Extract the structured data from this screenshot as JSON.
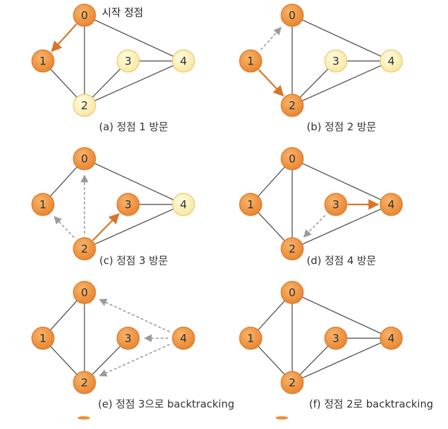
{
  "start_label": "시작 정점",
  "colors": {
    "visited_fill": "#ef8f3a",
    "visited_stroke": "#d9772a",
    "unvisited_fill": "#fbf3b4",
    "unvisited_stroke": "#e8c870",
    "edge": "#444444",
    "active_arrow": "#d8742a",
    "dashed_arrow": "#9a9a9a"
  },
  "panels": [
    {
      "caption": "(a) 정점 1 방문",
      "visited": [
        "0",
        "1"
      ],
      "edges": [
        [
          "0",
          "2"
        ],
        [
          "0",
          "4"
        ],
        [
          "1",
          "2"
        ],
        [
          "2",
          "3"
        ],
        [
          "2",
          "4"
        ],
        [
          "3",
          "4"
        ]
      ],
      "active": [
        [
          "0",
          "1"
        ]
      ],
      "dashed": []
    },
    {
      "caption": "(b) 정점 2 방문",
      "visited": [
        "0",
        "1",
        "2"
      ],
      "edges": [
        [
          "0",
          "2"
        ],
        [
          "0",
          "4"
        ],
        [
          "2",
          "3"
        ],
        [
          "2",
          "4"
        ],
        [
          "3",
          "4"
        ]
      ],
      "active": [
        [
          "1",
          "2"
        ]
      ],
      "dashed": [
        [
          "1",
          "0"
        ]
      ]
    },
    {
      "caption": "(c) 정점 3 방문",
      "visited": [
        "0",
        "1",
        "2",
        "3"
      ],
      "edges": [
        [
          "0",
          "1"
        ],
        [
          "0",
          "4"
        ],
        [
          "2",
          "4"
        ],
        [
          "3",
          "4"
        ]
      ],
      "active": [
        [
          "2",
          "3"
        ]
      ],
      "dashed": [
        [
          "2",
          "0"
        ],
        [
          "2",
          "1"
        ]
      ]
    },
    {
      "caption": "(d) 정점 4 방문",
      "visited": [
        "0",
        "1",
        "2",
        "3",
        "4"
      ],
      "edges": [
        [
          "0",
          "1"
        ],
        [
          "0",
          "2"
        ],
        [
          "0",
          "4"
        ],
        [
          "1",
          "2"
        ],
        [
          "2",
          "4"
        ]
      ],
      "active": [
        [
          "3",
          "4"
        ]
      ],
      "dashed": [
        [
          "3",
          "2"
        ]
      ]
    },
    {
      "caption": "(e) 정점 3으로 backtracking",
      "visited": [
        "0",
        "1",
        "2",
        "3",
        "4"
      ],
      "edges": [
        [
          "0",
          "1"
        ],
        [
          "0",
          "2"
        ],
        [
          "1",
          "2"
        ],
        [
          "2",
          "3"
        ]
      ],
      "active": [],
      "dashed": [
        [
          "4",
          "0"
        ],
        [
          "4",
          "3"
        ],
        [
          "4",
          "2"
        ]
      ]
    },
    {
      "caption": "(f) 정점 2로 backtracking",
      "visited": [
        "0",
        "1",
        "2",
        "3",
        "4"
      ],
      "edges": [
        [
          "0",
          "1"
        ],
        [
          "0",
          "2"
        ],
        [
          "0",
          "4"
        ],
        [
          "1",
          "2"
        ],
        [
          "2",
          "3"
        ],
        [
          "2",
          "4"
        ],
        [
          "3",
          "4"
        ]
      ],
      "active": [],
      "dashed": []
    }
  ]
}
